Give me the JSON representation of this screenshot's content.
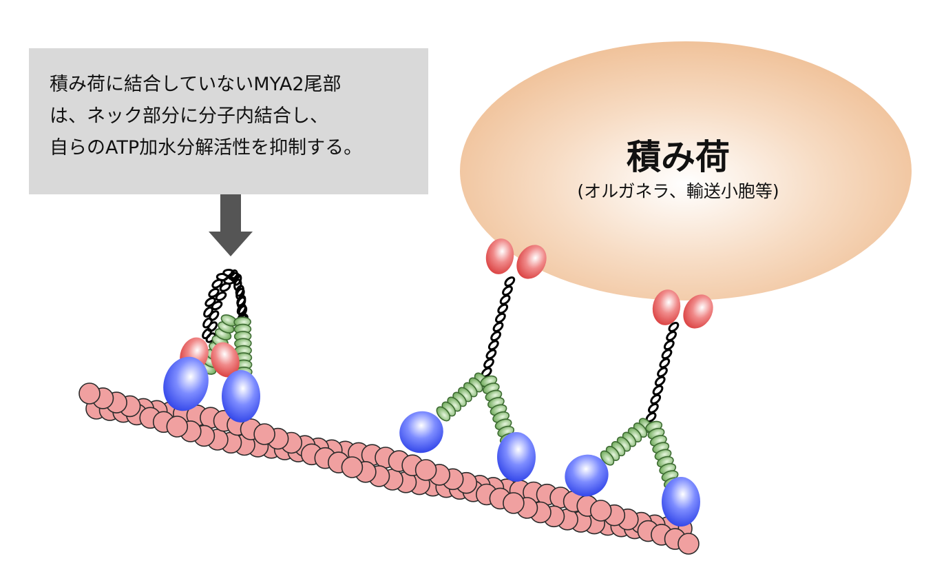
{
  "callout": {
    "lines": [
      "積み荷に結合していないMYA2尾部",
      "は、ネック部分に分子内結合し、",
      "自らのATP加水分解活性を抑制する。"
    ]
  },
  "cargo": {
    "title": "積み荷",
    "subtitle": "(オルガネラ、輸送小胞等)"
  },
  "colors": {
    "actin": "#f0a0a0",
    "motor_head": "#4a5cf0",
    "tail_globe": "#e65050",
    "neck": "#7fbf6a",
    "coil": "#000000",
    "cargo": "#f0c39a",
    "callout_bg": "#d9d9d9",
    "arrow": "#555555"
  },
  "icons": [
    "down-arrow-icon"
  ]
}
